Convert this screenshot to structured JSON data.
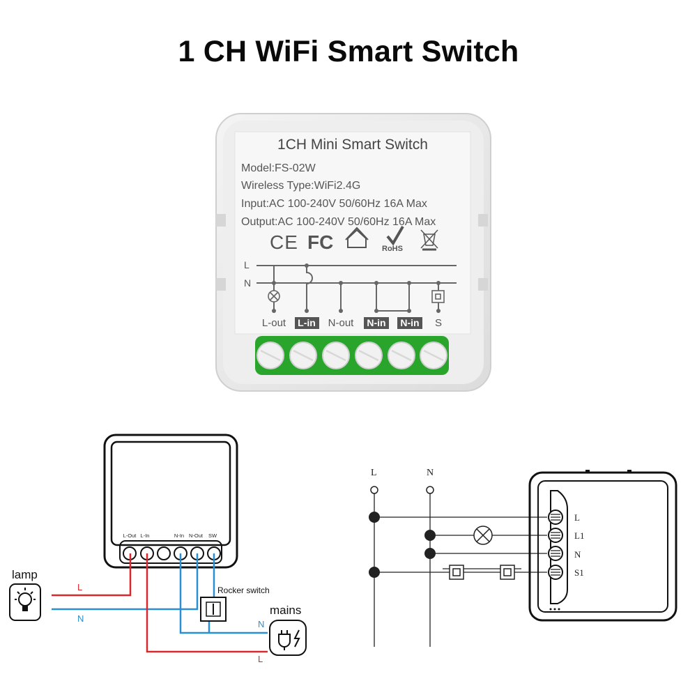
{
  "page": {
    "title": "1 CH WiFi Smart Switch"
  },
  "device": {
    "label_title": "1CH Mini Smart Switch",
    "spec_lines": [
      "Model:FS-02W",
      "Wireless Type:WiFi2.4G",
      "Input:AC 100-240V 50/60Hz 16A Max",
      "Output:AC 100-240V 50/60Hz 16A Max"
    ],
    "cert_marks": {
      "ce": "CE",
      "fcc": "FC",
      "rohs": "RoHS"
    },
    "bus_labels": {
      "live": "L",
      "neutral": "N"
    },
    "terminal_labels": [
      "L-out",
      "L-in",
      "N-out",
      "N-in",
      "N-in",
      "S"
    ],
    "terminal_color": "#2aa52c"
  },
  "wiring_left": {
    "module_terminals": [
      "L-Out",
      "L-In",
      "N-In",
      "N-Out",
      "SW"
    ],
    "lamp_label": "lamp",
    "rocker_label": "Rocker switch",
    "mains_label": "mains",
    "wire_labels": {
      "l_lamp": "L",
      "n_lamp": "N",
      "n_mains": "N",
      "l_mains": "L"
    },
    "colors": {
      "live": "#d8282e",
      "neutral": "#2a8fd0"
    }
  },
  "wiring_right": {
    "bus_labels": {
      "live": "L",
      "neutral": "N"
    },
    "terminal_labels": [
      "L",
      "L1",
      "N",
      "S1"
    ]
  }
}
